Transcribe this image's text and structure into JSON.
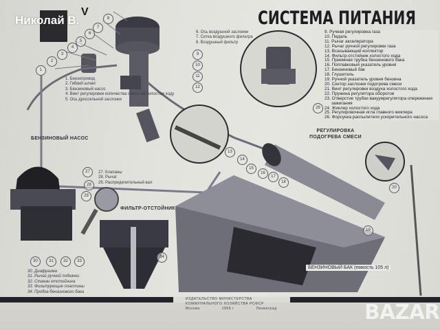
{
  "overlay": {
    "username": "Николай В.",
    "watermark": "BAZAR"
  },
  "poster": {
    "title": "СИСТЕМА ПИТАНИЯ",
    "corner_mark": "V",
    "legend_top_left": [
      "1. Бензопровод",
      "2. Гибкий шланг",
      "3. Бензиновый насос",
      "4. Винт регулировки количества смеси на холостом ходу",
      "5. Ось дроссельной заслонки"
    ],
    "legend_top_center": [
      "6. Ось воздушной заслонки",
      "7. Сетка воздушного фильтра",
      "8. Воздушный фильтр"
    ],
    "legend_right": [
      "9. Ручная регулировка газа",
      "10. Педаль",
      "11. Рычаг акселератора",
      "12. Рычаг ручной регулировки газа",
      "13. Всасывающий коллектор",
      "14. Фильтр-отстойник холостого хода",
      "15. Приемная трубка бензинового бака",
      "16. Поплавковый указатель уровня",
      "17. Бензиновый бак",
      "18. Глушитель",
      "19. Ручной указатель уровня бензина",
      "20. Сектор заслонки подогрева смеси",
      "21. Винт регулировки воздуха холостого хода",
      "22. Пружина регулятора оборотов",
      "23. Отверстие трубки вакуумрегулятора опережения зажигания",
      "24. Жиклер холостого хода",
      "25. Регулировочная игла главного жиклера",
      "26. Форсунка распылителя ускорительного насоса"
    ],
    "legend_pump": [
      "27. Клапаны",
      "28. Рычаг",
      "29. Распределительный вал"
    ],
    "legend_bottom_left": [
      "30. Диафрагма",
      "31. Рычаг ручной подкачки",
      "32. Стакан отстойника",
      "33. Фильтрующие пластины",
      "34. Пробка бензинового бака"
    ],
    "section_labels": {
      "fuel_pump": "БЕНЗИНОВЫЙ НАСОС",
      "filter": "ФИЛЬТР-ОТСТОЙНИК",
      "mixture_heating": "РЕГУЛИРОВКА ПОДОГРЕВА СМЕСИ",
      "fuel_tank": "БЕНЗИНОВЫЙ БАК (емкость 105 л)"
    },
    "callout_numbers": [
      "1",
      "2",
      "3",
      "4",
      "5",
      "6",
      "7",
      "8",
      "9",
      "10",
      "11",
      "12",
      "13",
      "14",
      "15",
      "16",
      "17",
      "18",
      "19",
      "20",
      "26",
      "27",
      "28",
      "29",
      "30",
      "31",
      "32",
      "33",
      "34"
    ],
    "publisher": {
      "line1": "ИЗДАТЕЛЬСТВО МИНИСТЕРСТВА",
      "line2": "КОММУНАЛЬНОГО ХОЗЯЙСТВА РСФСР",
      "city_left": "Москва",
      "year": "1956 г",
      "city_right": "Ленинград"
    }
  }
}
